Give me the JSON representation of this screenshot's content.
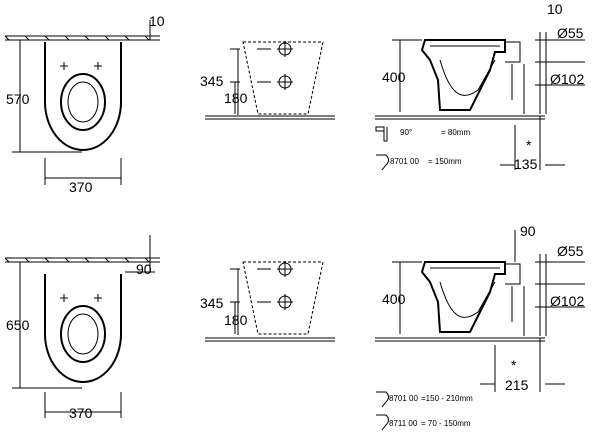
{
  "top": {
    "plan": {
      "depth": "570",
      "width": "370",
      "gap": "10"
    },
    "bracket": {
      "height": "345",
      "offset": "180"
    },
    "side": {
      "height": "400",
      "gap": "10",
      "d_small": "Ø55",
      "d_large": "Ø102",
      "outlet": "135",
      "asterisk": "*",
      "legend": [
        {
          "code": "90°",
          "value": "= 80mm"
        },
        {
          "code": "8701 00",
          "value": "= 150mm"
        }
      ]
    }
  },
  "bottom": {
    "plan": {
      "depth": "650",
      "width": "370",
      "gap": "90"
    },
    "bracket": {
      "height": "345",
      "offset": "180"
    },
    "side": {
      "height": "400",
      "gap": "90",
      "d_small": "Ø55",
      "d_large": "Ø102",
      "outlet": "215",
      "asterisk": "*",
      "legend": [
        {
          "code": "8701 00",
          "value": "=150 - 210mm"
        },
        {
          "code": "8711 00",
          "value": "= 70 -  150mm"
        }
      ]
    }
  }
}
